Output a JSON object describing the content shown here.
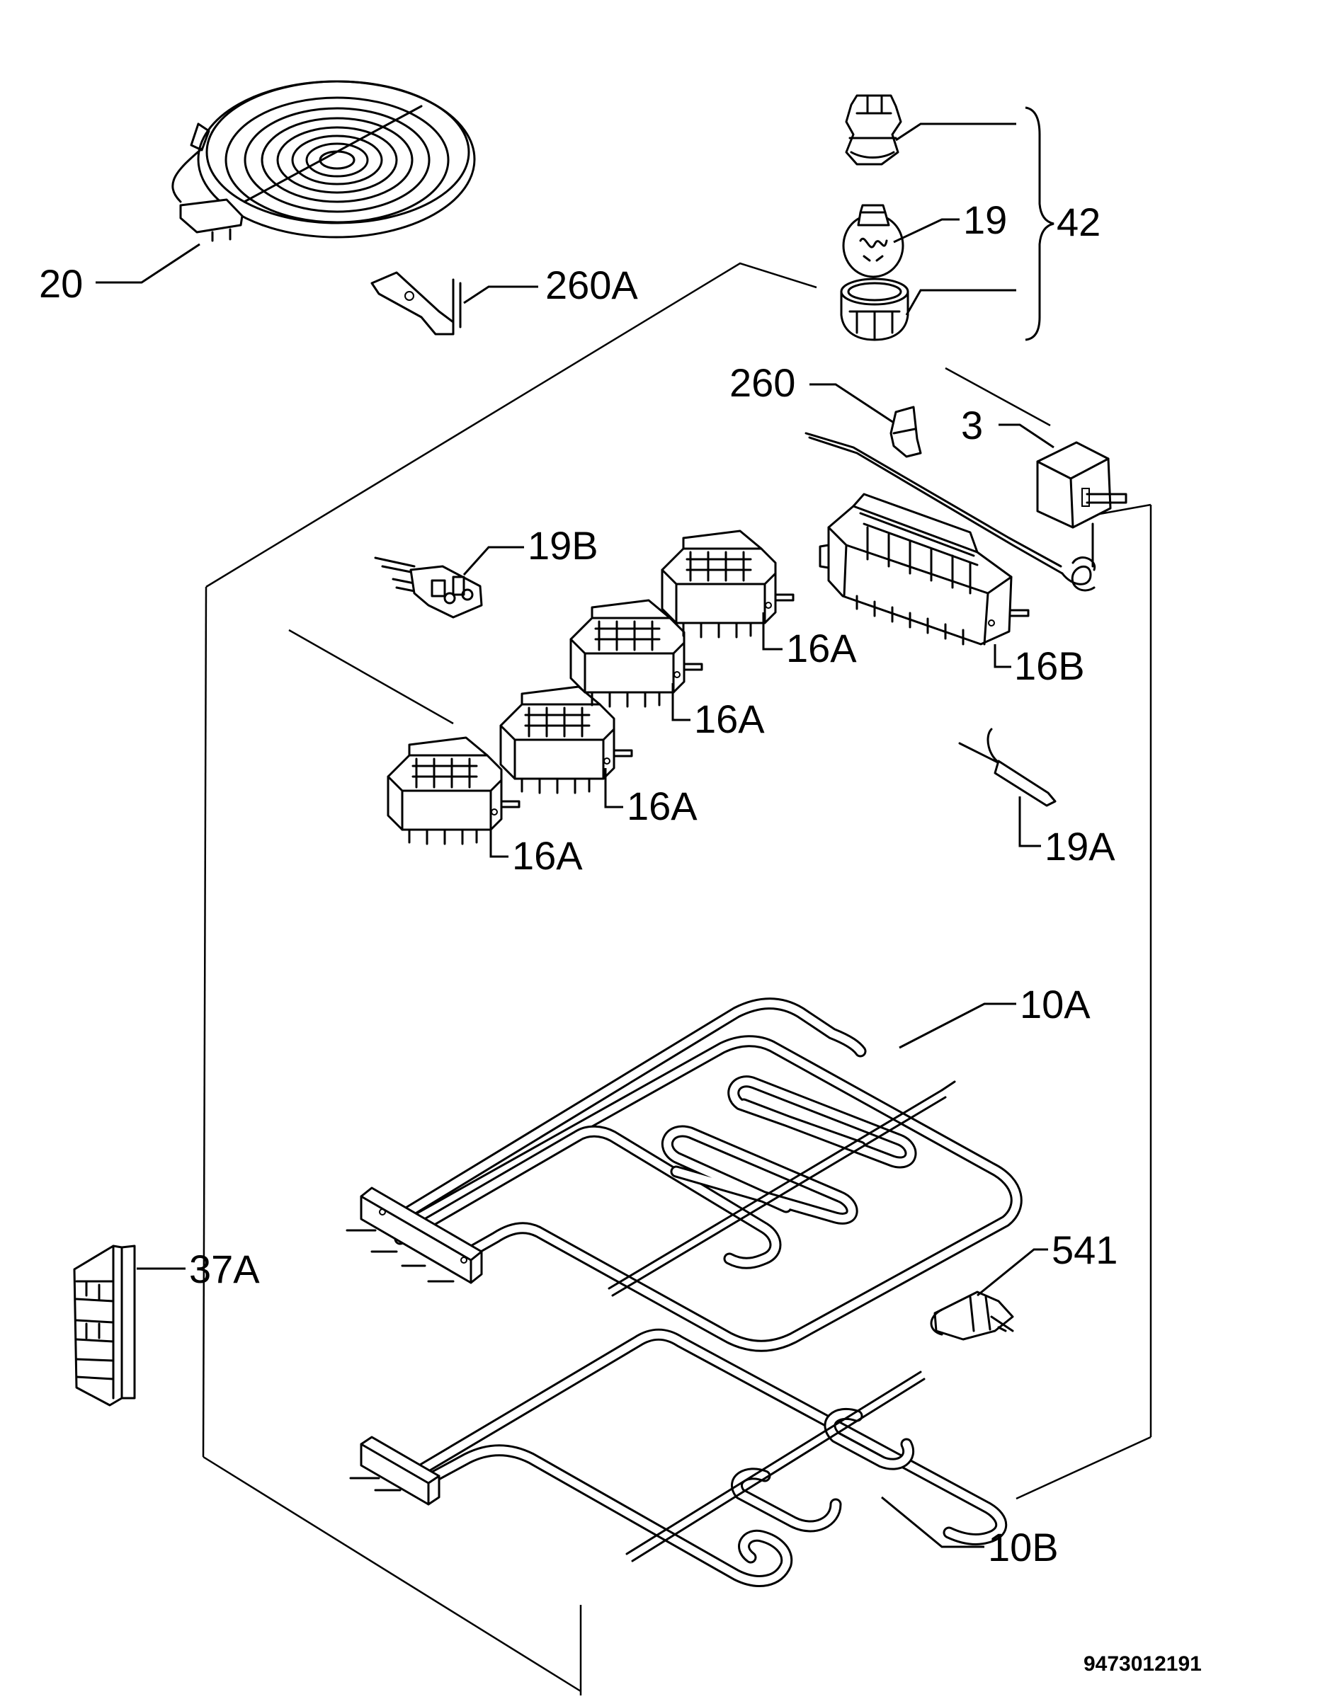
{
  "labels": {
    "hotplate": "20",
    "bracket_a": "260A",
    "lamp_group": "42",
    "lamp_bulb": "19",
    "clip": "260",
    "thermostat": "3",
    "sensor_plug": "19B",
    "switch_a_1": "16A",
    "switch_a_2": "16A",
    "switch_a_3": "16A",
    "switch_a_4": "16A",
    "switch_b": "16B",
    "probe": "19A",
    "upper_element": "10A",
    "terminal_block": "37A",
    "connector": "541",
    "lower_element": "10B"
  },
  "drawing_number": "9473012191"
}
